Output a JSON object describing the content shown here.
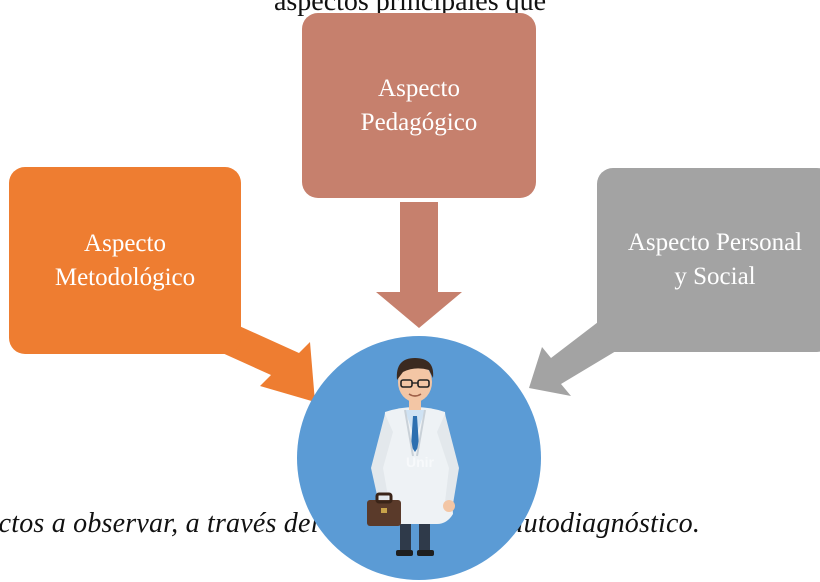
{
  "diagram": {
    "top_text": "aspectos principales que",
    "boxes": {
      "left": {
        "line1": "Aspecto",
        "line2": "Metodológico",
        "color": "#ee7d31"
      },
      "top": {
        "line1": "Aspecto",
        "line2": "Pedagógico",
        "color": "#c6806d"
      },
      "right": {
        "line1": "Aspecto Personal",
        "line2": "y Social",
        "color": "#a3a3a3"
      }
    },
    "center": {
      "figure": "doctor-with-briefcase",
      "color": "#5b9bd5",
      "watermark": "Unir"
    },
    "caption": "ectos a observar, a través del cuestionario de autodiagnóstico."
  }
}
